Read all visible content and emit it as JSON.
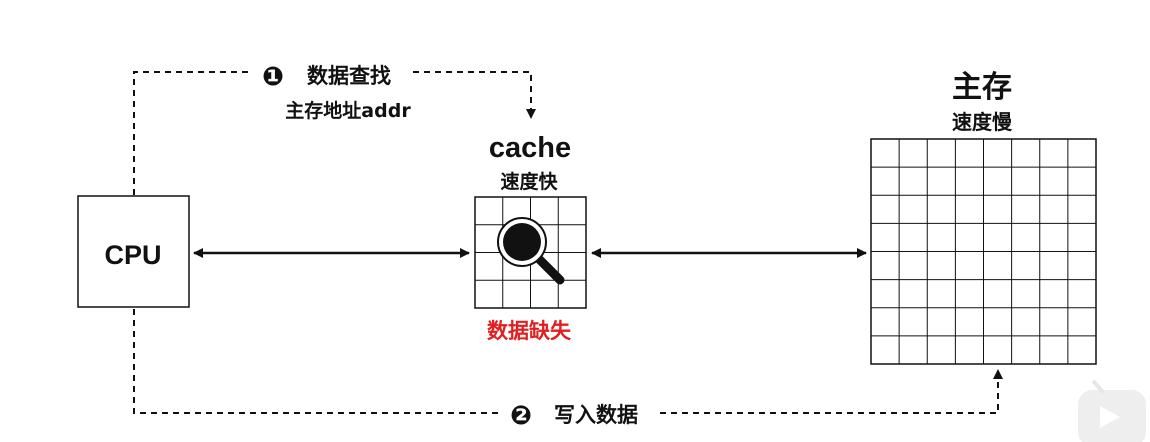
{
  "cpu": {
    "label": "CPU"
  },
  "cache": {
    "title": "cache",
    "subtitle": "速度快",
    "miss_label": "数据缺失",
    "miss_color": "#e02020"
  },
  "main_memory": {
    "title": "主存",
    "subtitle": "速度慢"
  },
  "step1": {
    "badge": "❶",
    "text": "数据查找",
    "subtext": "主存地址addr"
  },
  "step2": {
    "badge": "❷",
    "text": "写入数据"
  },
  "colors": {
    "stroke": "#111111",
    "background": "#ffffff"
  },
  "icons": {
    "magnifier": "magnifier-icon",
    "watermark": "app-logo-icon"
  }
}
